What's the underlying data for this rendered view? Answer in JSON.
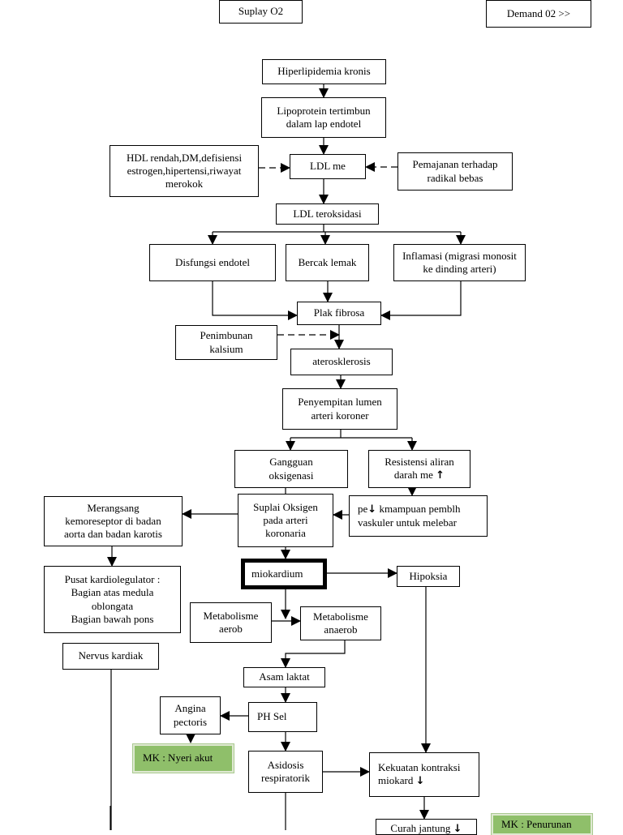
{
  "nodes": {
    "suplay_o2": "Suplay O2",
    "demand_o2": "Demand 02 >>",
    "hiperlipidemia": "Hiperlipidemia kronis",
    "lipoprotein": "Lipoprotein tertimbun\ndalam lap endotel",
    "risk_factors": "HDL rendah,DM,defisiensi\nestrogen,hipertensi,riwayat\nmerokok",
    "ldl_me": "LDL me",
    "radikal": "Pemajanan terhadap\nradikal bebas",
    "ldl_teroksidasi": "LDL teroksidasi",
    "disfungsi": "Disfungsi endotel",
    "bercak": "Bercak lemak",
    "inflamasi": "Inflamasi (migrasi monosit\nke dinding arteri)",
    "plak": "Plak fibrosa",
    "penimbunan": "Penimbunan\nkalsium",
    "aterosklerosis": "aterosklerosis",
    "penyempitan": "Penyempitan lumen\narteri koroner",
    "gangguan": "Gangguan\noksigenasi",
    "resistensi": "Resistensi aliran\ndarah me",
    "suplai_oksigen": "Suplai Oksigen\npada arteri\nkoronaria",
    "kemampuan_prefix": "pe",
    "kemampuan_rest": "kmampuan pemblh\nvaskuler untuk melebar",
    "merangsang": "Merangsang\nkemoreseptor di badan\naorta dan badan karotis",
    "miokardium": "miokardium",
    "hipoksia": "Hipoksia",
    "pusat": "Pusat kardiolegulator :\nBagian atas medula\noblongata\nBagian bawah pons",
    "aerob": "Metabolisme\naerob",
    "anaerob": "Metabolisme\nanaerob",
    "nervus": "Nervus kardiak",
    "asam_laktat": "Asam laktat",
    "angina": "Angina\npectoris",
    "ph_sel": "PH Sel",
    "mk_nyeri": "MK : Nyeri akut",
    "asidosis": "Asidosis\nrespiratorik",
    "kekuatan": "Kekuatan kontraksi\nmiokard",
    "curah": "Curah jantung",
    "mk_penurunan": "MK : Penurunan"
  },
  "glyphs": {
    "up": "↑",
    "down": "↓"
  },
  "colors": {
    "mk_fill": "#8fbf6a",
    "line": "#000000"
  }
}
